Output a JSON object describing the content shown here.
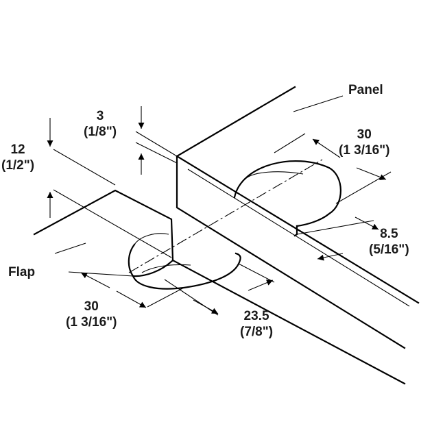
{
  "labels": {
    "panel": "Panel",
    "flap": "Flap"
  },
  "dimensions": {
    "panel_thickness": {
      "metric": "3",
      "imperial": "(1/8\")"
    },
    "flap_thickness": {
      "metric": "12",
      "imperial": "(1/2\")"
    },
    "panel_bore_diameter": {
      "metric": "30",
      "imperial": "(1 3/16\")"
    },
    "panel_bore_offset": {
      "metric": "8.5",
      "imperial": "(5/16\")"
    },
    "flap_bore_diameter": {
      "metric": "30",
      "imperial": "(1 3/16\")"
    },
    "flap_bore_offset": {
      "metric": "23.5",
      "imperial": "(7/8\")"
    }
  }
}
